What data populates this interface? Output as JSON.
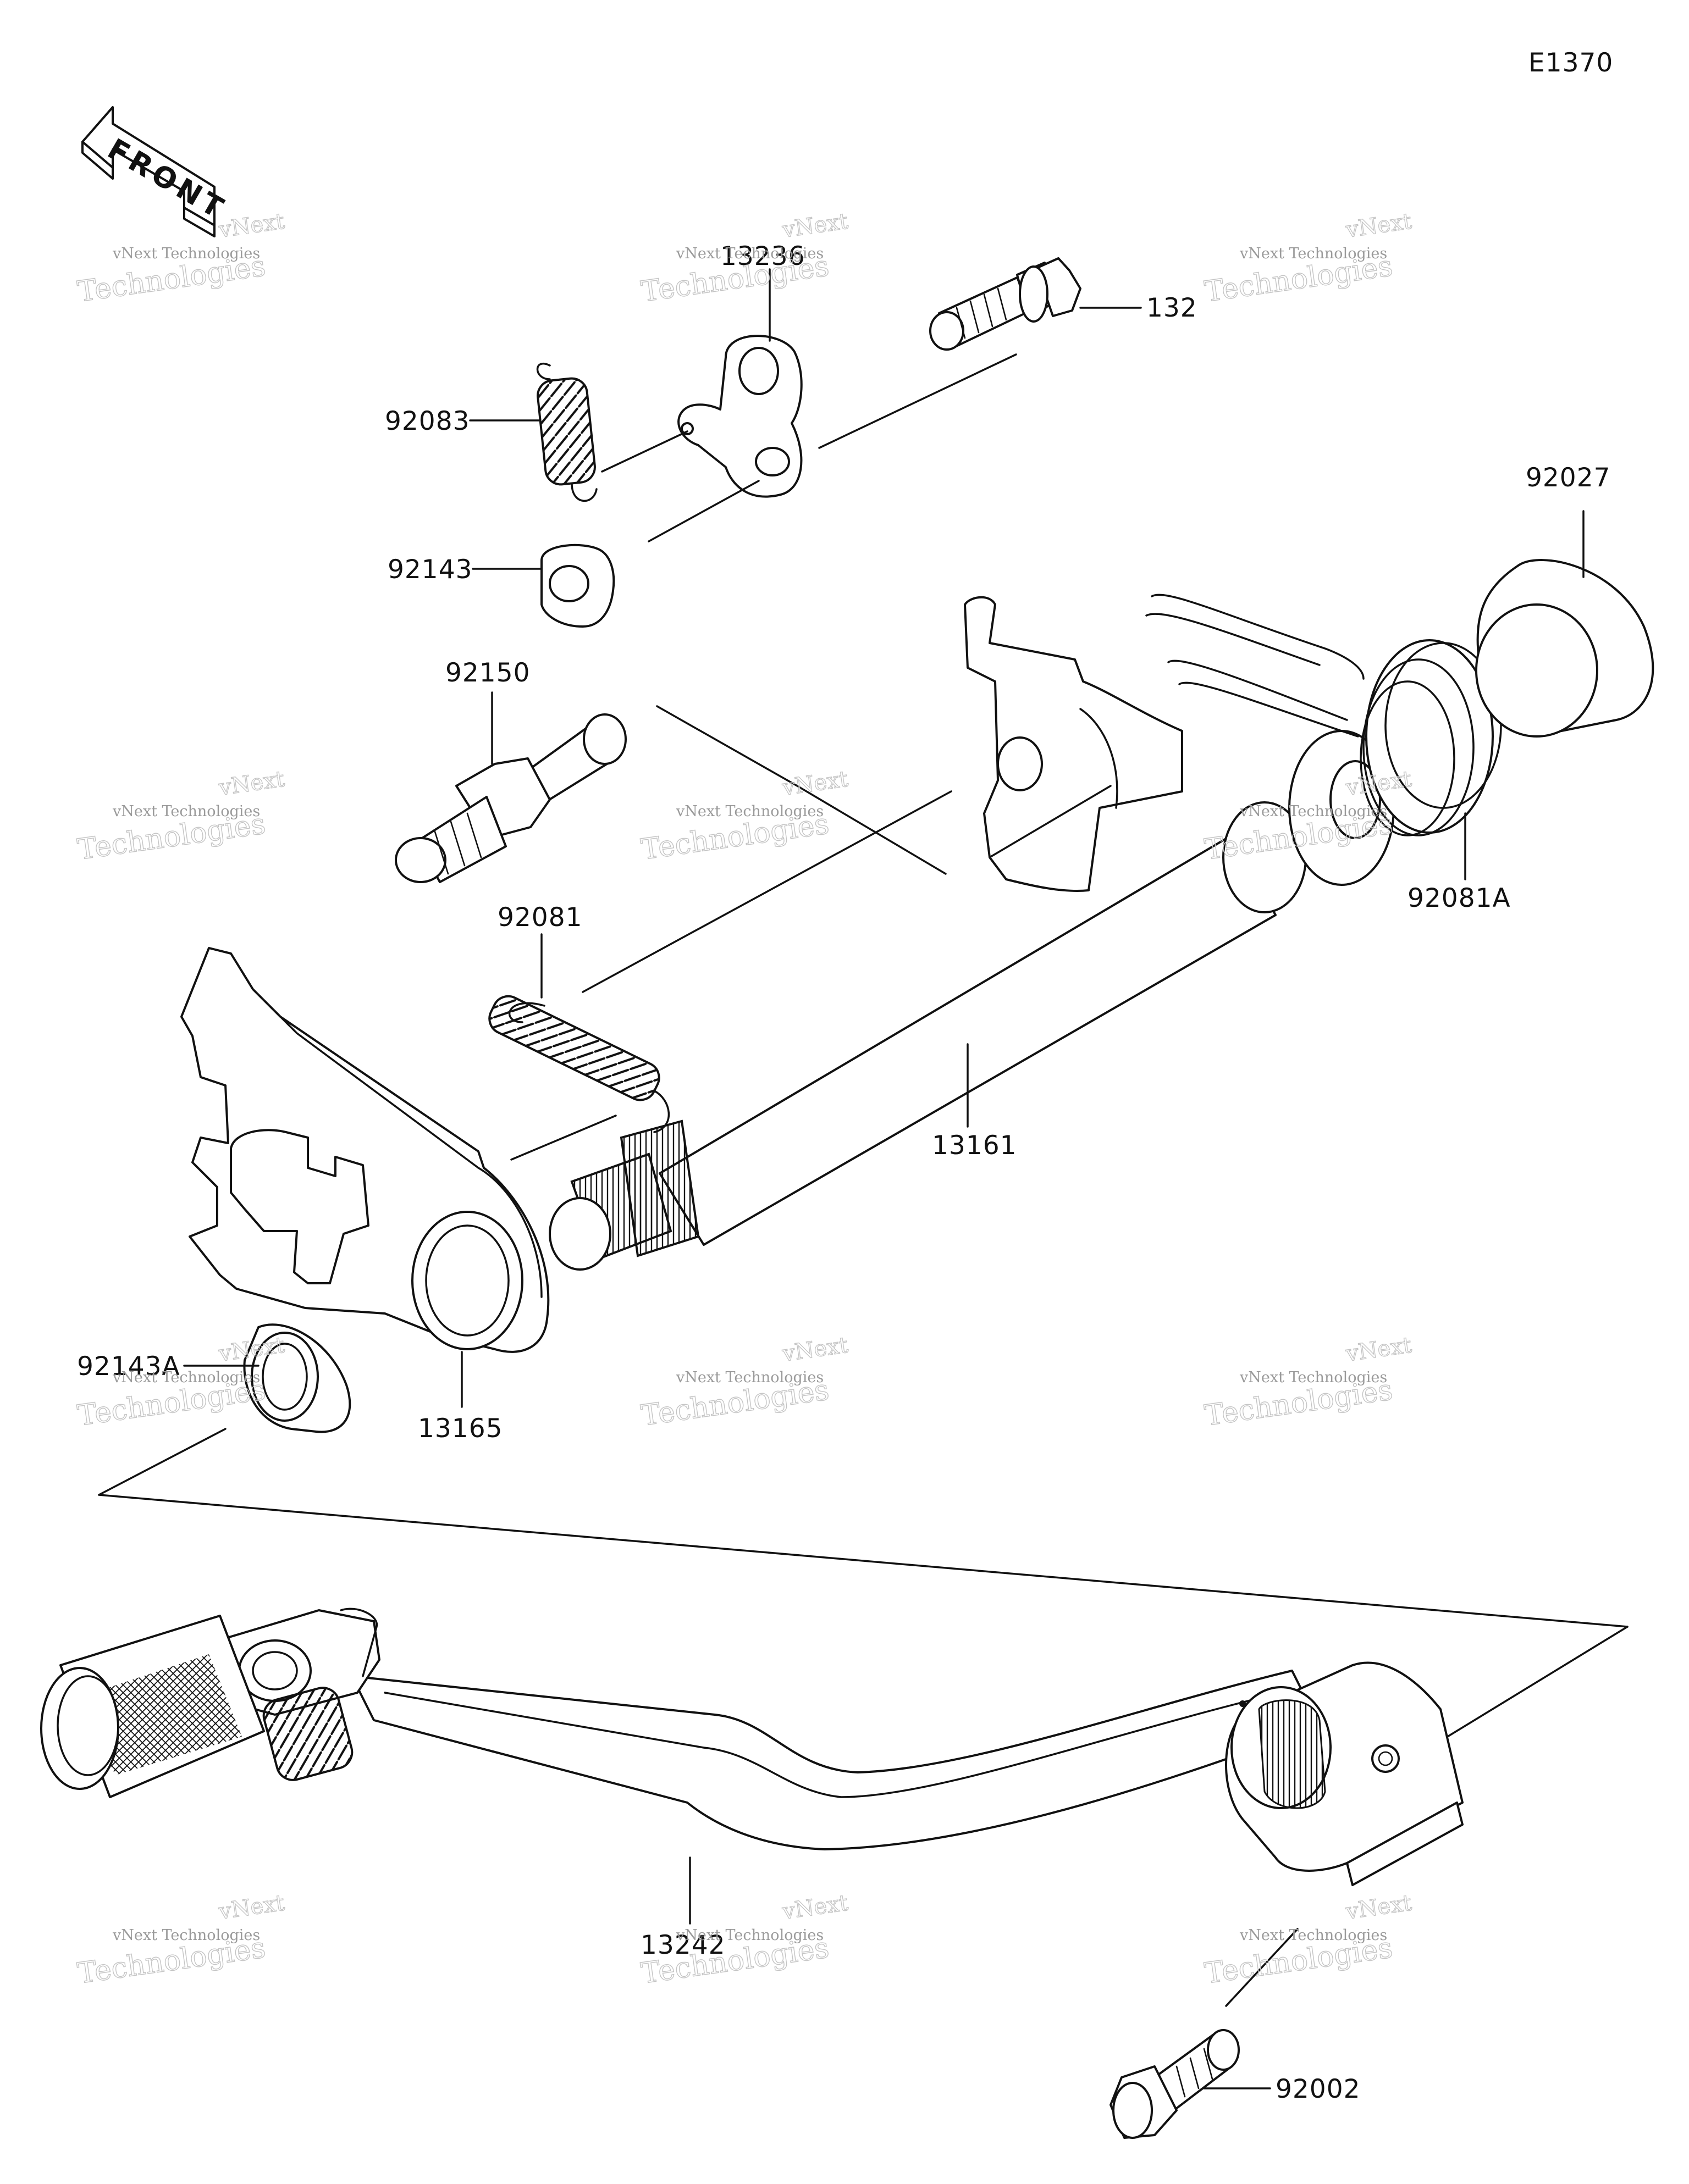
{
  "diagram": {
    "code": "E1370",
    "front_arrow_text": "FRONT",
    "parts": [
      {
        "id": "132",
        "label": "132"
      },
      {
        "id": "13236",
        "label": "13236"
      },
      {
        "id": "92083",
        "label": "92083"
      },
      {
        "id": "92143",
        "label": "92143"
      },
      {
        "id": "92027",
        "label": "92027"
      },
      {
        "id": "92150",
        "label": "92150"
      },
      {
        "id": "92081A",
        "label": "92081A"
      },
      {
        "id": "92081",
        "label": "92081"
      },
      {
        "id": "13161",
        "label": "13161"
      },
      {
        "id": "92143A",
        "label": "92143A"
      },
      {
        "id": "13165",
        "label": "13165"
      },
      {
        "id": "13242",
        "label": "13242"
      },
      {
        "id": "92002",
        "label": "92002"
      }
    ]
  },
  "watermark": {
    "line_top": "vNext",
    "line_small": "vNext Technologies",
    "line_big": "Technologies",
    "color": "#9a9a9a"
  }
}
